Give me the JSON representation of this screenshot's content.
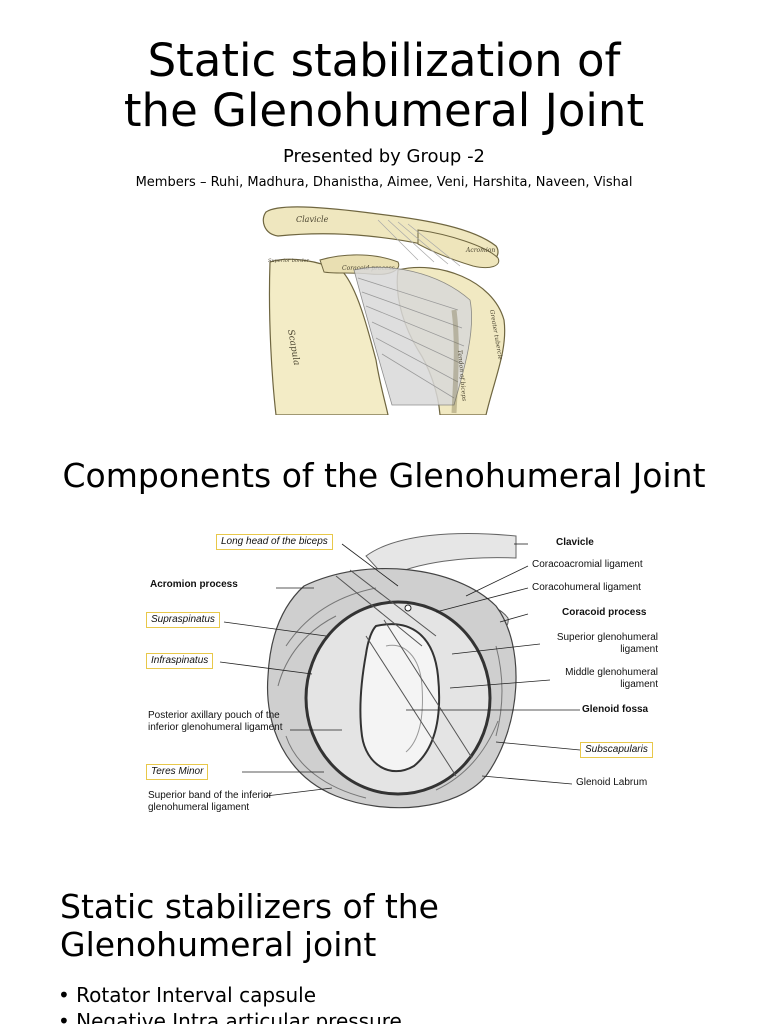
{
  "slide1": {
    "title_line1": "Static stabilization of",
    "title_line2": "the Glenohumeral Joint",
    "subtitle": "Presented by Group -2",
    "members": "Members – Ruhi, Madhura, Dhanistha, Aimee, Veni, Harshita, Naveen, Vishal",
    "image_labels": {
      "clavicle": "Clavicle",
      "acromion": "Acromion",
      "coracoid": "Coracoid process",
      "scapula": "Scapula",
      "superior_border": "Superior border",
      "tendon": "Tendon of biceps",
      "tubercle": "Greater tubercle"
    }
  },
  "slide2": {
    "title": "Components of the Glenohumeral Joint",
    "labels": {
      "long_head_biceps": "Long head of the biceps",
      "acromion_process": "Acromion process",
      "supraspinatus": "Supraspinatus",
      "infraspinatus": "Infraspinatus",
      "posterior_axillary": "Posterior axillary pouch of the inferior glenohumeral ligament",
      "teres_minor": "Teres Minor",
      "superior_band": "Superior band of the inferior glenohumeral ligament",
      "clavicle": "Clavicle",
      "coracoacromial": "Coracoacromial ligament",
      "coracohumeral": "Coracohumeral ligament",
      "coracoid_process": "Coracoid process",
      "superior_gh": "Superior glenohumeral ligament",
      "middle_gh": "Middle glenohumeral ligament",
      "glenoid_fossa": "Glenoid fossa",
      "subscapularis": "Subscapularis",
      "glenoid_labrum": "Glenoid Labrum"
    }
  },
  "slide3": {
    "title_line1": "Static stabilizers of the",
    "title_line2": "Glenohumeral joint",
    "bullets": [
      "Rotator Interval capsule",
      "Negative Intra articular pressure"
    ]
  }
}
